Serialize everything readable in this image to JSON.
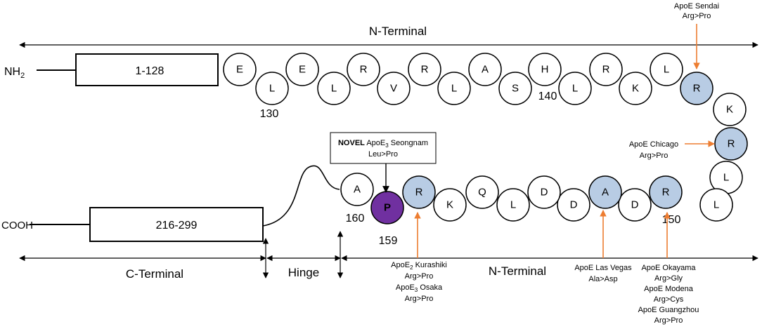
{
  "labels": {
    "nh2": "NH",
    "nh2_sub": "2",
    "cooh": "COOH",
    "box_n": "1-128",
    "box_c": "216-299",
    "n_terminal_top": "N-Terminal",
    "n_terminal_bottom": "N-Terminal",
    "c_terminal": "C-Terminal",
    "hinge": "Hinge"
  },
  "colors": {
    "mutation_fill": "#b8cce4",
    "novel_fill": "#7030a0",
    "arrow": "#ed7d31"
  },
  "residues": {
    "top": [
      "E",
      "L",
      "E",
      "L",
      "R",
      "V",
      "R",
      "L",
      "A",
      "S",
      "H",
      "L",
      "R",
      "K",
      "L",
      "R"
    ],
    "right": [
      "K",
      "R",
      "L",
      "L"
    ],
    "bottom": [
      "R",
      "D",
      "A",
      "D",
      "D",
      "L",
      "Q",
      "K",
      "R",
      "P",
      "A"
    ],
    "numbers": {
      "n130": "130",
      "n140": "140",
      "n150": "150",
      "n159": "159",
      "n160": "160"
    }
  },
  "annotations": {
    "sendai": {
      "line1": "ApoE Sendai",
      "line2": "Arg>Pro"
    },
    "chicago": {
      "line1": "ApoE Chicago",
      "line2": "Arg>Pro"
    },
    "novel": {
      "bold": "NOVEL",
      "name": "ApoE",
      "sub": "3",
      "place": "Seongnam",
      "change": "Leu>Pro"
    },
    "kurashiki": {
      "name1": "ApoE",
      "sub1": "2",
      "place1": "Kurashiki",
      "line2": "Arg>Pro",
      "name3": "ApoE",
      "sub3": "3",
      "place3": "Osaka",
      "line4": "Arg>Pro"
    },
    "lasvegas": {
      "line1": "ApoE Las Vegas",
      "line2": "Ala>Asp"
    },
    "okayama": [
      "ApoE Okayama",
      "Arg>Gly",
      "ApoE Modena",
      "Arg>Cys",
      "ApoE Guangzhou",
      "Arg>Pro"
    ]
  }
}
